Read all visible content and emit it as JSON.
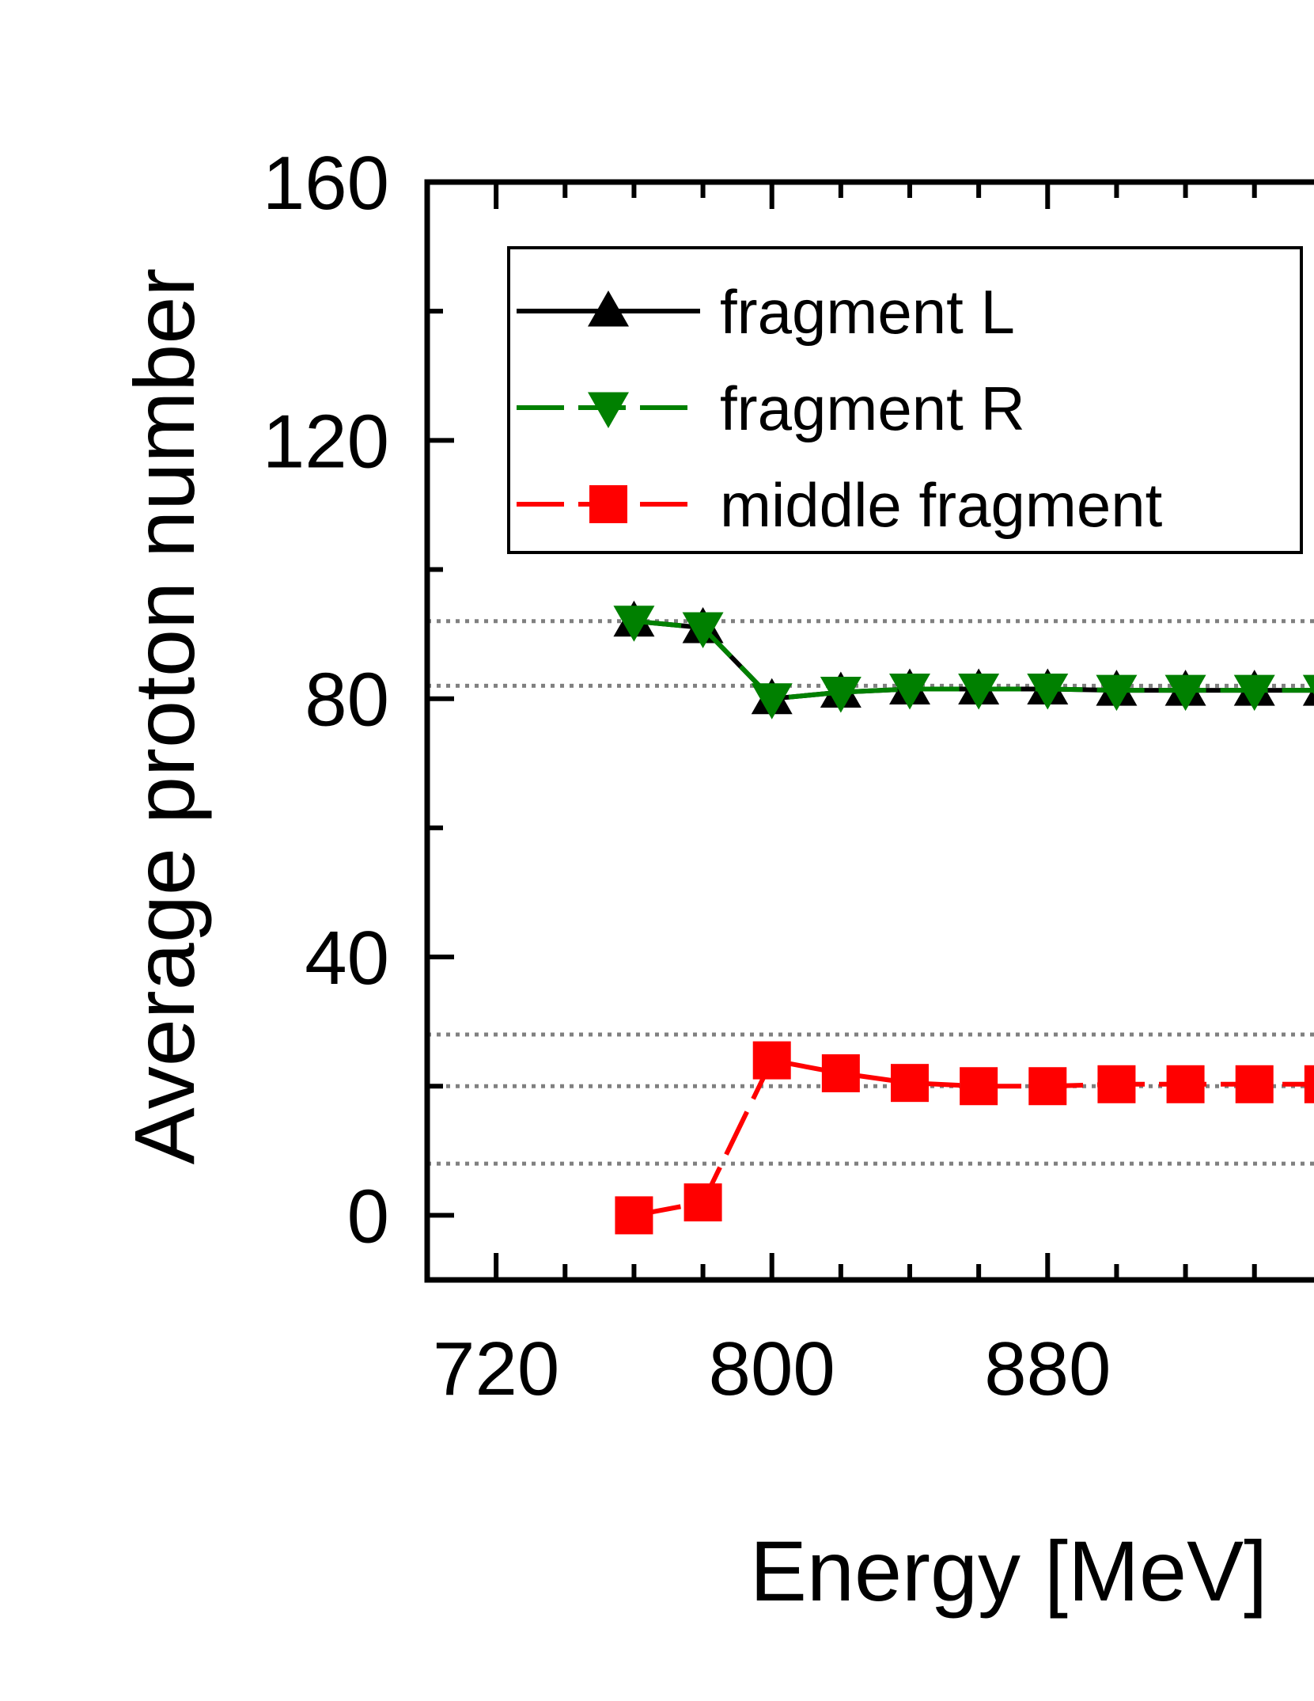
{
  "chart_data": {
    "type": "line",
    "xlabel": "Energy [MeV]",
    "ylabel": "Average proton number",
    "xlim": [
      700,
      980
    ],
    "ylim": [
      -10,
      160
    ],
    "xticks": [
      720,
      800,
      880
    ],
    "xticks_minor": [
      740,
      760,
      780,
      820,
      840,
      860,
      900,
      920,
      940,
      960
    ],
    "yticks": [
      0,
      40,
      80,
      120,
      160
    ],
    "yticks_minor": [
      20,
      60,
      100,
      140
    ],
    "reference_lines_y": [
      92,
      82,
      28,
      20,
      8
    ],
    "x": [
      760,
      780,
      800,
      820,
      840,
      860,
      880,
      900,
      920,
      940,
      960
    ],
    "series": [
      {
        "name": "fragment L",
        "color": "#000000",
        "marker": "triangle-up",
        "values": [
          92,
          91,
          80,
          81,
          81.5,
          81.5,
          81.5,
          81.3,
          81.3,
          81.3,
          81.3
        ]
      },
      {
        "name": "fragment R",
        "color": "#008000",
        "marker": "triangle-down",
        "values": [
          92,
          91,
          80,
          81,
          81.5,
          81.5,
          81.5,
          81.3,
          81.3,
          81.3,
          81.3
        ]
      },
      {
        "name": "middle fragment",
        "color": "#ff0000",
        "marker": "square",
        "values": [
          0,
          2,
          24,
          22,
          20.5,
          20,
          20,
          20.3,
          20.3,
          20.3,
          20.3
        ]
      }
    ],
    "legend_position": "top-left",
    "grid": false
  }
}
